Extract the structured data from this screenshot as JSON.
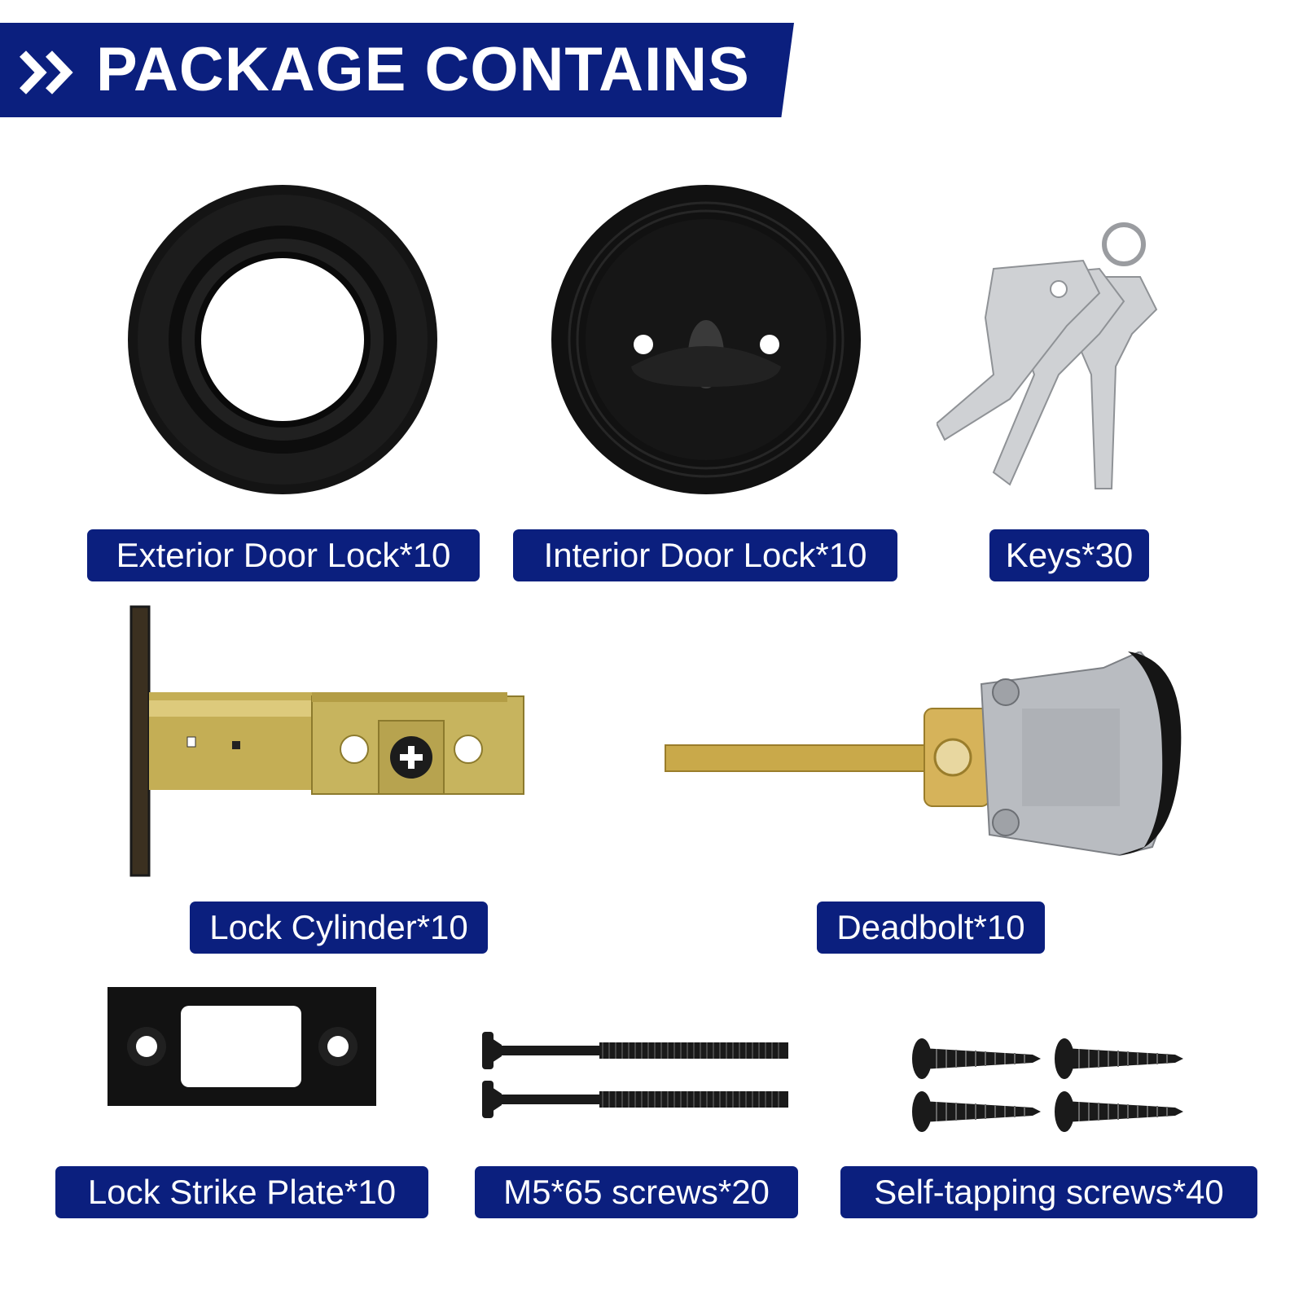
{
  "header": {
    "title": "PACKAGE CONTAINS",
    "icon": "double-chevron-right-icon"
  },
  "items": [
    {
      "label": "Exterior Door Lock*10"
    },
    {
      "label": "Interior Door Lock*10"
    },
    {
      "label": "Keys*30"
    },
    {
      "label": "Lock Cylinder*10"
    },
    {
      "label": "Deadbolt*10"
    },
    {
      "label": "Lock Strike Plate*10"
    },
    {
      "label": "M5*65 screws*20"
    },
    {
      "label": "Self-tapping screws*40"
    }
  ],
  "colors": {
    "banner": "#0b1f7e",
    "label_bg": "#0b1f7e",
    "label_text": "#ffffff",
    "hardware_black": "#111111",
    "brass": "#c9a94a",
    "silver": "#c8cace"
  }
}
